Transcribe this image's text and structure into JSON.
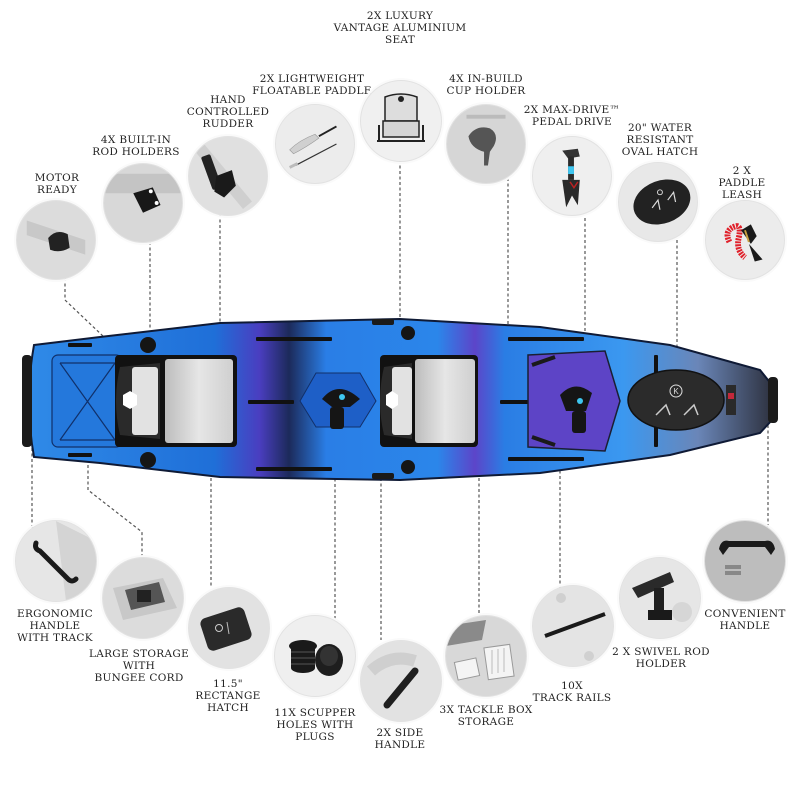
{
  "title": "Kayak Features Diagram",
  "colors": {
    "hull_blue": "#1e6fd9",
    "hull_light_blue": "#3a9af0",
    "hull_purple": "#5a3fb8",
    "hull_dark": "#1a1f33",
    "seat_gray": "#d5d5d5",
    "callout_bg": "#e6e6e6",
    "leader_line": "#555555",
    "leash_red": "#e0202a"
  },
  "features_top": [
    {
      "id": "motor-ready",
      "label": "MOTOR\nREADY",
      "icon": "motor-mount-icon"
    },
    {
      "id": "rod-holders",
      "label": "4X BUILT-IN\nROD HOLDERS",
      "icon": "rod-holder-icon"
    },
    {
      "id": "rudder",
      "label": "HAND\nCONTROLLED\nRUDDER",
      "icon": "rudder-handle-icon"
    },
    {
      "id": "paddle",
      "label": "2X LIGHTWEIGHT\nFLOATABLE PADDLE",
      "icon": "paddle-icon"
    },
    {
      "id": "seat",
      "label": "2X LUXURY\nVANTAGE ALUMINIUM\nSEAT",
      "icon": "seat-icon"
    },
    {
      "id": "cup-holder",
      "label": "4X IN-BUILD\nCUP HOLDER",
      "icon": "cup-holder-icon"
    },
    {
      "id": "pedal-drive",
      "label": "2X MAX-DRIVE™\nPEDAL DRIVE",
      "icon": "pedal-drive-icon"
    },
    {
      "id": "oval-hatch",
      "label": "20\" WATER\nRESISTANT\nOVAL HATCH",
      "icon": "oval-hatch-icon"
    },
    {
      "id": "paddle-leash",
      "label": "2 X PADDLE\nLEASH",
      "icon": "paddle-leash-icon"
    }
  ],
  "features_bottom": [
    {
      "id": "ergonomic-handle",
      "label": "ERGONOMIC\nHANDLE\nWITH TRACK",
      "icon": "ergonomic-handle-icon"
    },
    {
      "id": "large-storage",
      "label": "LARGE STORAGE\nWITH\nBUNGEE CORD",
      "icon": "bungee-storage-icon"
    },
    {
      "id": "rect-hatch",
      "label": "11.5\"\nRECTANGE\nHATCH",
      "icon": "rectangle-hatch-icon"
    },
    {
      "id": "scupper-plugs",
      "label": "11X SCUPPER\nHOLES WITH\nPLUGS",
      "icon": "scupper-plug-icon"
    },
    {
      "id": "side-handle",
      "label": "2X SIDE\nHANDLE",
      "icon": "side-handle-icon"
    },
    {
      "id": "tackle-box",
      "label": "3X TACKLE BOX\nSTORAGE",
      "icon": "tackle-box-icon"
    },
    {
      "id": "track-rails",
      "label": "10X\nTRACK RAILS",
      "icon": "track-rail-icon"
    },
    {
      "id": "swivel-rod",
      "label": "2 X SWIVEL ROD\nHOLDER",
      "icon": "swivel-rod-holder-icon"
    },
    {
      "id": "convenient-handle",
      "label": "CONVENIENT\nHANDLE",
      "icon": "carry-handle-icon"
    }
  ],
  "kayak": {
    "brand_mark": "K",
    "description": "Blue/purple camo tandem pedal fishing kayak, top view"
  }
}
